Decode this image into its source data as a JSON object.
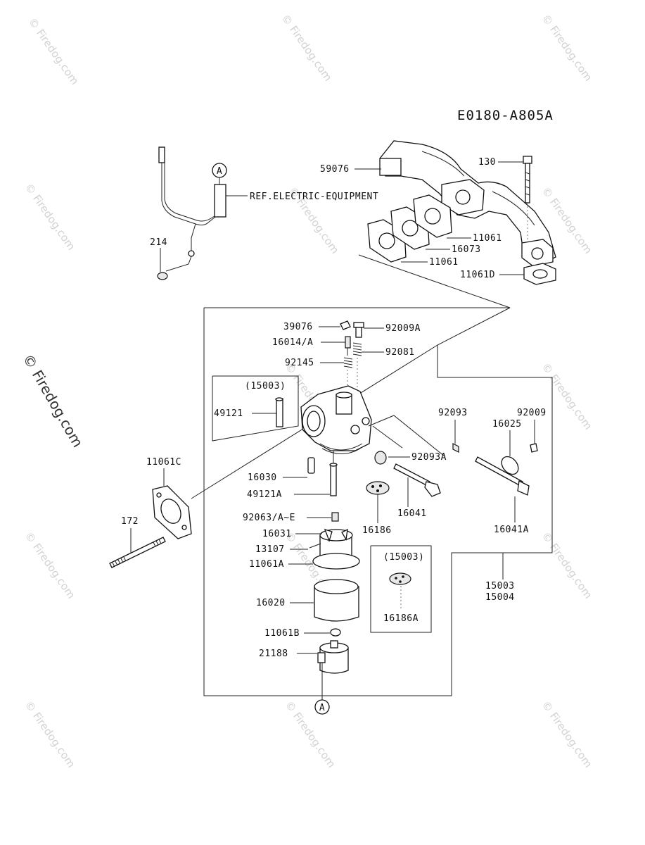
{
  "diagram": {
    "code": "E0180-A805A",
    "ref_note": "REF.ELECTRIC-EQUIPMENT",
    "ref_marker": "A",
    "watermark": "© Firedog.com",
    "labels": {
      "p59076": "59076",
      "p130": "130",
      "p11061_a": "11061",
      "p16073": "16073",
      "p11061_b": "11061",
      "p11061D": "11061D",
      "p214": "214",
      "p39076": "39076",
      "p92009A": "92009A",
      "p16014A": "16014/A",
      "p92081": "92081",
      "p92145": "92145",
      "p15003_box1": "(15003)",
      "p49121": "49121",
      "p92093": "92093",
      "p92009": "92009",
      "p16025": "16025",
      "p92093A": "92093A",
      "p11061C": "11061C",
      "p16030": "16030",
      "p49121A": "49121A",
      "p16041": "16041",
      "p16186": "16186",
      "p16041A": "16041A",
      "p172": "172",
      "p92063": "92063/A~E",
      "p16031": "16031",
      "p13107": "13107",
      "p11061A": "11061A",
      "p15003_box2": "(15003)",
      "p15003": "15003",
      "p15004": "15004",
      "p16020": "16020",
      "p16186A": "16186A",
      "p11061B": "11061B",
      "p21188": "21188"
    }
  }
}
